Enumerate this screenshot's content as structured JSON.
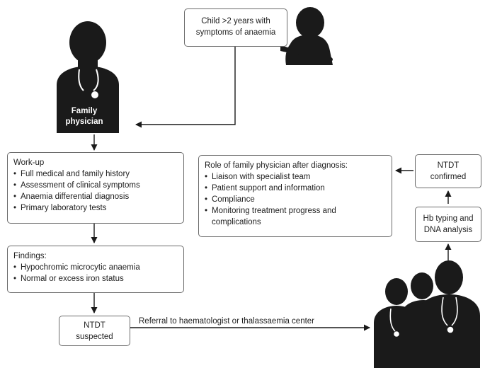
{
  "start": {
    "line1": "Child >2 years with",
    "line2": "symptoms of anaemia"
  },
  "physician_label": {
    "line1": "Family",
    "line2": "physician"
  },
  "workup": {
    "title": "Work-up",
    "items": [
      "Full medical and family history",
      "Assessment of clinical symptoms",
      "Anaemia differential diagnosis",
      "Primary laboratory tests"
    ]
  },
  "findings": {
    "title": "Findings:",
    "items": [
      "Hypochromic microcytic anaemia",
      "Normal or excess iron status"
    ]
  },
  "suspected": {
    "line1": "NTDT",
    "line2": "suspected"
  },
  "referral_label": "Referral to haematologist or thalassaemia center",
  "hb_typing": {
    "line1": "Hb typing and",
    "line2": "DNA analysis"
  },
  "confirmed": {
    "line1": "NTDT",
    "line2": "confirmed"
  },
  "role": {
    "title": "Role of family physician after diagnosis:",
    "items": [
      "Liaison with specialist team",
      "Patient support and information",
      "Compliance",
      "Monitoring treatment progress and"
    ],
    "item_continuation": "complications"
  }
}
